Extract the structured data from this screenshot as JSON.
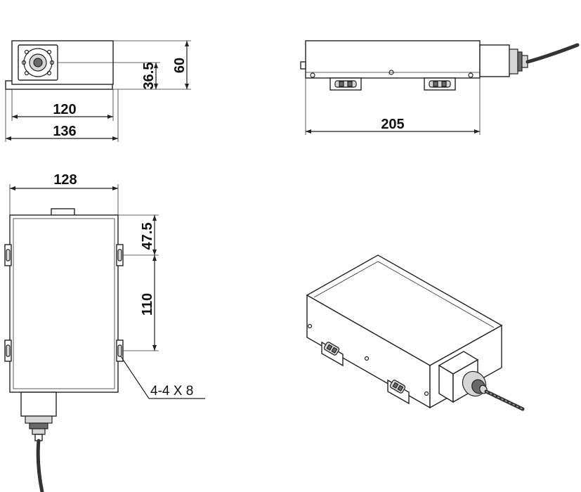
{
  "dimensions": {
    "front_inner_width": "120",
    "front_outer_width": "136",
    "front_height": "60",
    "front_port_height": "36.5",
    "side_length": "205",
    "top_width": "128",
    "top_hole_offset": "47.5",
    "top_hole_spacing": "110"
  },
  "annotations": {
    "mounting_holes": "4-4 X 8"
  },
  "colors": {
    "line": "#222222",
    "shade": "#d6d6d6",
    "dark_shade": "#6a6a6a",
    "background": "#ffffff"
  }
}
